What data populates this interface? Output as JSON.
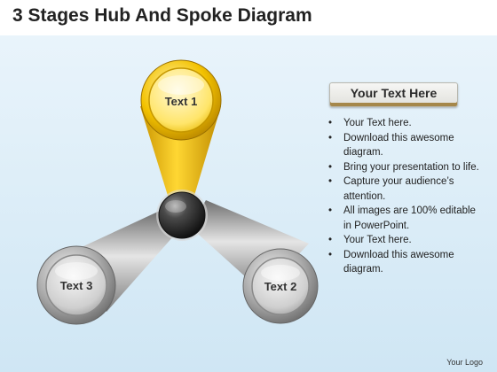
{
  "title": "3 Stages Hub And Spoke Diagram",
  "diagram": {
    "nodes": [
      {
        "id": "text-1",
        "label": "Text 1"
      },
      {
        "id": "text-2",
        "label": "Text 2"
      },
      {
        "id": "text-3",
        "label": "Text 3"
      }
    ],
    "colors": {
      "node1": "#f5c400",
      "node2": "#9c9c9c",
      "node3": "#9c9c9c",
      "hub": "#2a2a2a"
    }
  },
  "panel": {
    "header": "Your Text Here",
    "bullets": [
      "Your Text here.",
      "Download this awesome diagram.",
      "Bring your presentation to life.",
      "Capture your audience’s attention.",
      "All images are 100% editable in PowerPoint.",
      "Your Text here.",
      "Download this awesome diagram."
    ]
  },
  "logo": "Your Logo"
}
